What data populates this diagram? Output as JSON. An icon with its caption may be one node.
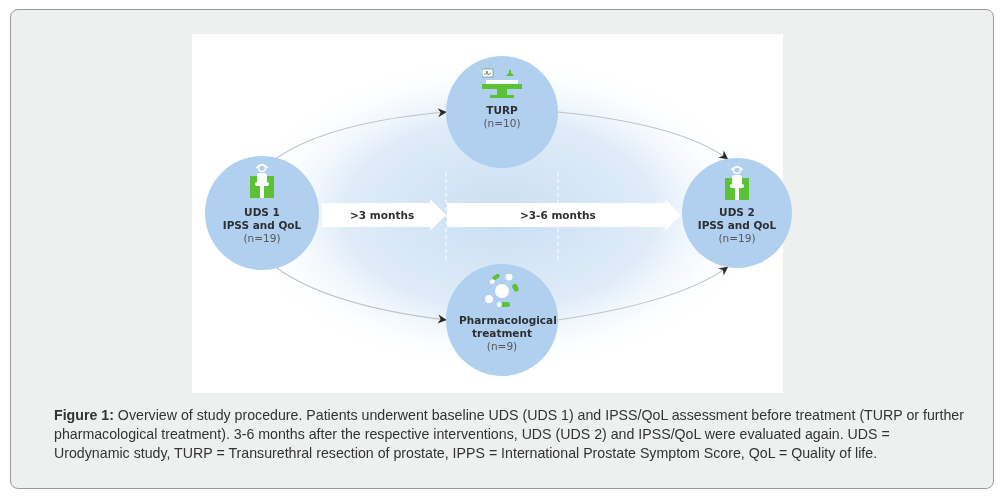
{
  "diagram": {
    "caption": "**Figure 1:** Overview of study procedure. Patients underwent baseline UDS (UDS 1) and IPSS/QoL assessment before treatment (TURP or further pharmacological treatment). 3-6 months after the respective interventions, UDS (UDS 2) and IPSS/QoL were evaluated again. UDS = Urodynamic study, TURP = Transurethral resection of prostate, IPPS = International Prostate Symptom Score, QoL = Quality of life.",
    "nodes": [
      {
        "text": [
          "UDS 1",
          "IPSS and QoL",
          "(n=19)"
        ]
      },
      {
        "text": [
          "TURP",
          "(n=10)"
        ]
      },
      {
        "text": [
          "Pharmacological treatment",
          "(n=9)"
        ]
      },
      {
        "text": [
          "UDS 2",
          "IPSS and QoL",
          "(n=19)"
        ]
      }
    ],
    "edges": [
      {
        "from": 0,
        "to": 1,
        "arrow": "to"
      },
      {
        "from": 0,
        "to": 2,
        "arrow": "to"
      },
      {
        "from": 1,
        "to": 3,
        "arrow": "to"
      },
      {
        "from": 2,
        "to": 3,
        "arrow": "to"
      }
    ],
    "labels": [
      ">3 months",
      ">3-6 months"
    ]
  }
}
